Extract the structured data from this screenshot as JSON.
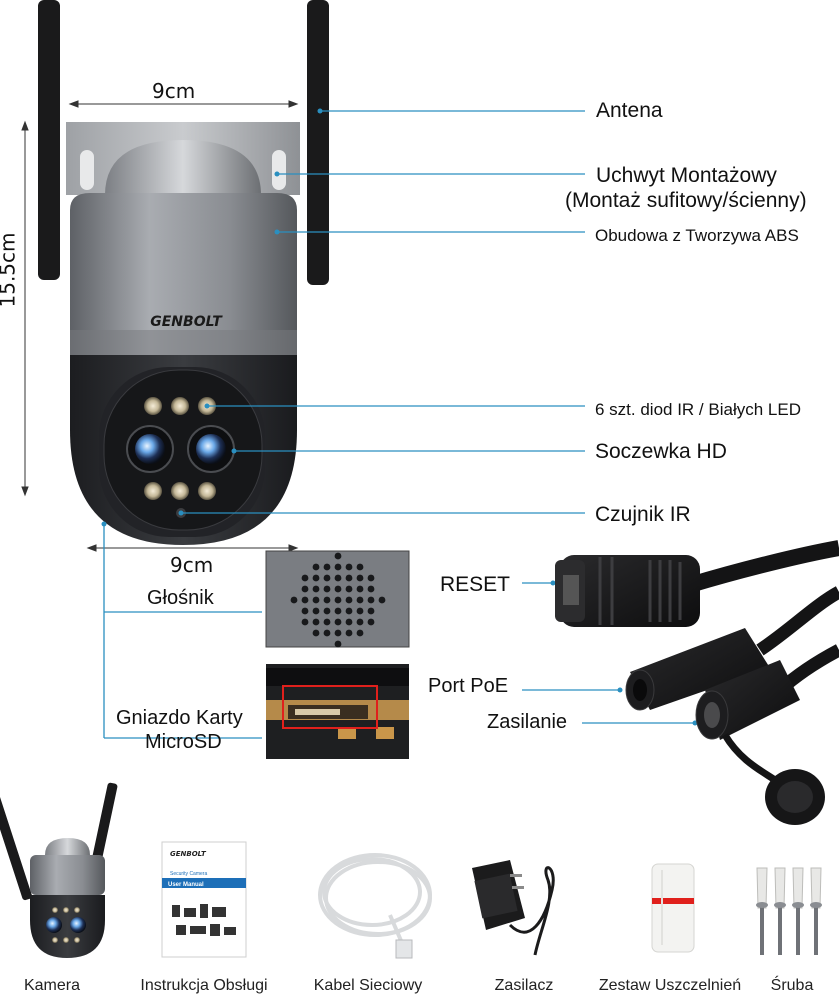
{
  "dimensions": {
    "width_top": "9cm",
    "height": "15.5cm",
    "width_bottom": "9cm"
  },
  "brand": "GENBOLT",
  "labels": {
    "antenna": "Antena",
    "mount_line1": "Uchwyt Montażowy",
    "mount_line2": "(Montaż sufitowy/ścienny)",
    "housing": "Obudowa z Tworzywa ABS",
    "leds": "6 szt. diod IR / Białych LED",
    "lens": "Soczewka HD",
    "ir_sensor": "Czujnik IR",
    "speaker": "Głośnik",
    "sd_line1": "Gniazdo Karty",
    "sd_line2": "MicroSD",
    "reset": "RESET",
    "poe": "Port PoE",
    "power": "Zasilanie"
  },
  "manual": {
    "title": "Security Camera",
    "subtitle": "User Manual"
  },
  "package_items": [
    "Kamera",
    "Instrukcja Obsługi",
    "Kabel Sieciowy",
    "Zasilacz",
    "Zestaw Uszczelnień",
    "Śruba"
  ],
  "colors": {
    "callout": "#2a8fc0",
    "camera_body": "#8c8f95",
    "camera_dark": "#2b2c30",
    "sd_highlight": "#e0201c"
  }
}
